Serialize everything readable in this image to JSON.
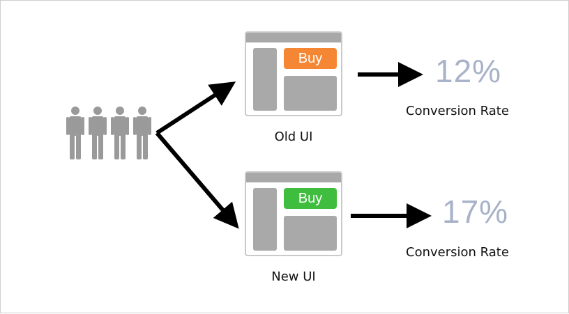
{
  "colors": {
    "old_buy": "#f58634",
    "new_buy": "#3ebd3e",
    "people": "#9a9a9a",
    "rate": "#a8b2c8"
  },
  "old_variant": {
    "buy_label": "Buy",
    "caption": "Old UI",
    "rate_value": "12%",
    "rate_label": "Conversion Rate"
  },
  "new_variant": {
    "buy_label": "Buy",
    "caption": "New UI",
    "rate_value": "17%",
    "rate_label": "Conversion Rate"
  },
  "people_icons": [
    "person-icon",
    "person-icon",
    "person-icon",
    "person-icon"
  ]
}
